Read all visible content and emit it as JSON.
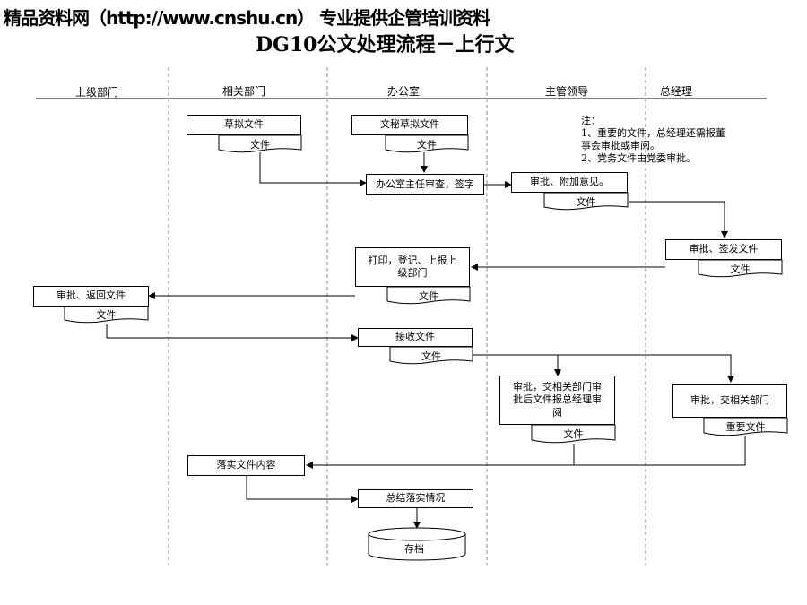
{
  "header": {
    "watermark": "精品资料网（http://www.cnshu.cn） 专业提供企管培训资料",
    "title": "DG10公文处理流程－上行文"
  },
  "lanes": [
    "上级部门",
    "相关部门",
    "办公室",
    "主管领导",
    "总经理"
  ],
  "nodes": {
    "draft": "草拟文件",
    "draft_doc": "文件",
    "sec_draft": "文秘草拟文件",
    "sec_draft_doc": "文件",
    "office_review": "办公室主任审查，签字",
    "leader_review": "审批、附加意见。",
    "leader_review_doc": "文件",
    "gm_sign": "审批、签发文件",
    "gm_sign_doc": "文件",
    "print": "打印，登记、上报上级部门",
    "print_doc": "文件",
    "upper_return": "审批、返回文件",
    "upper_return_doc": "文件",
    "receive": "接收文件",
    "receive_doc": "文件",
    "leader_forward": "审批，交相关部门审批后文件报总经理审阅",
    "leader_forward_doc": "文件",
    "gm_forward": "审批，交相关部门",
    "gm_forward_doc": "重要文件",
    "implement": "落实文件内容",
    "summary": "总结落实情况",
    "archive": "存档"
  },
  "note": {
    "line1": "注：",
    "line2": "1、重要的文件，总经理还需报董",
    "line3": "事会审批或审阅。",
    "line4": "2、党务文件由党委审批。"
  }
}
